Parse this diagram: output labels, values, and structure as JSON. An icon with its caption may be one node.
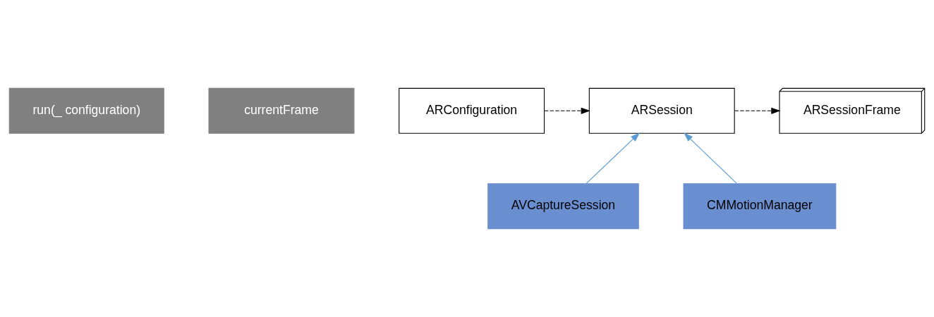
{
  "diagram": {
    "nodes": [
      {
        "text": [
          "run(_ configuration)"
        ]
      },
      {
        "text": [
          "currentFrame"
        ]
      },
      {
        "text": [
          "ARConfiguration"
        ]
      },
      {
        "text": [
          "ARSession"
        ]
      },
      {
        "text": [
          "ARSessionFrame"
        ]
      },
      {
        "text": [
          "AVCaptureSession"
        ]
      },
      {
        "text": [
          "CMMotionManager"
        ]
      }
    ],
    "edges": [
      {
        "from": 2,
        "to": 3,
        "arrow": "to",
        "style": "dashed"
      },
      {
        "from": 3,
        "to": 4,
        "arrow": "to",
        "style": "dashed"
      },
      {
        "from": 5,
        "to": 3,
        "arrow": "to",
        "color": "#5b9bd5"
      },
      {
        "from": 6,
        "to": 3,
        "arrow": "to",
        "color": "#5b9bd5"
      }
    ]
  }
}
